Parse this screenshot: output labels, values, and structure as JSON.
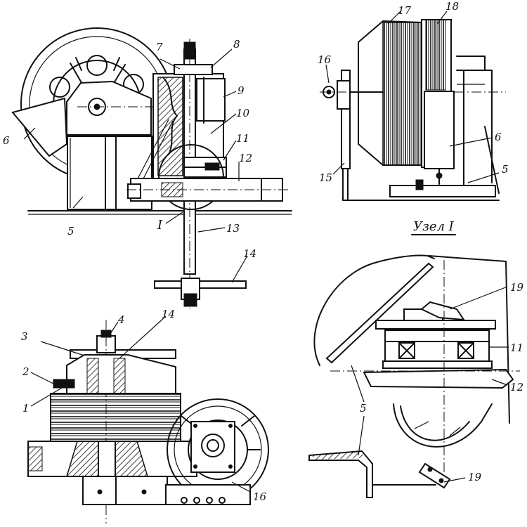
{
  "view_top_left": {
    "labels": [
      "7",
      "8",
      "9",
      "10",
      "11",
      "12",
      "6",
      "5",
      "I",
      "13",
      "14"
    ]
  },
  "view_top_right": {
    "labels": [
      "17",
      "18",
      "16",
      "6",
      "15",
      "5"
    ]
  },
  "view_bottom_left": {
    "labels": [
      "3",
      "4",
      "14",
      "2",
      "1",
      "16"
    ]
  },
  "view_bottom_right": {
    "title": "Узел I",
    "labels": [
      "19",
      "11",
      "12",
      "5",
      "19"
    ]
  },
  "colors": {
    "ink": "#111111",
    "paper": "#ffffff"
  }
}
